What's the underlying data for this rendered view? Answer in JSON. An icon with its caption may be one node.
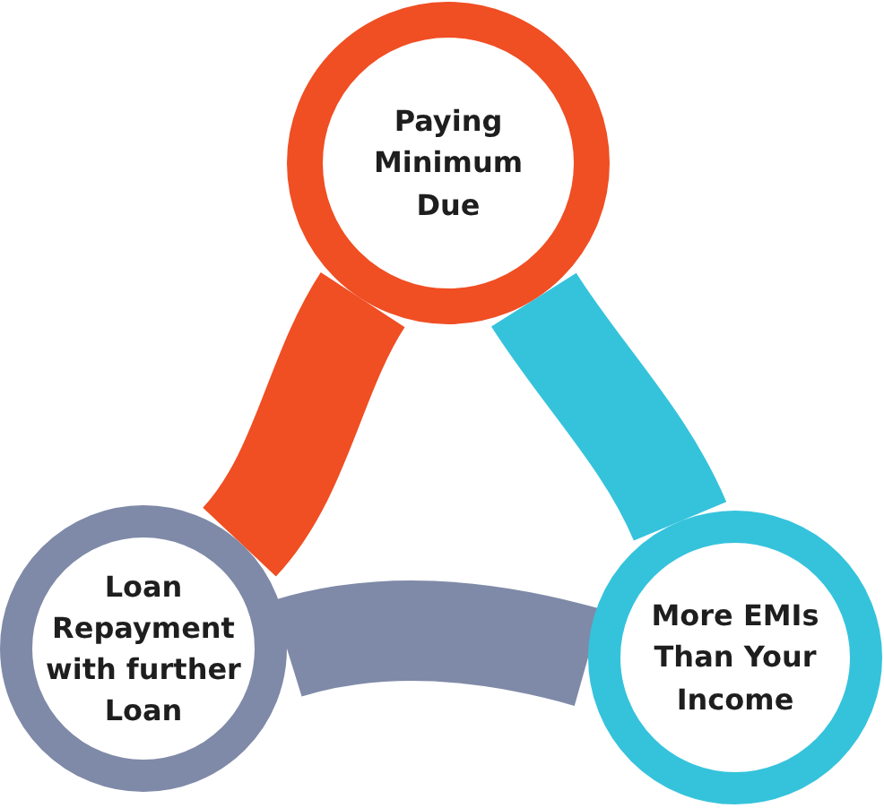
{
  "diagram": {
    "nodes": [
      {
        "text": [
          "Paying Minimum Due"
        ]
      },
      {
        "text": [
          "More EMIs Than Your Income"
        ]
      },
      {
        "text": [
          "Loan Repayment with further Loan"
        ]
      }
    ],
    "edges": [
      {
        "from": 0,
        "to": 2,
        "arrow": "none",
        "color": "#f04e23"
      },
      {
        "from": 0,
        "to": 1,
        "arrow": "none",
        "color": "#35c3dc"
      },
      {
        "from": 2,
        "to": 1,
        "arrow": "none",
        "color": "#7f8aa8"
      }
    ]
  }
}
